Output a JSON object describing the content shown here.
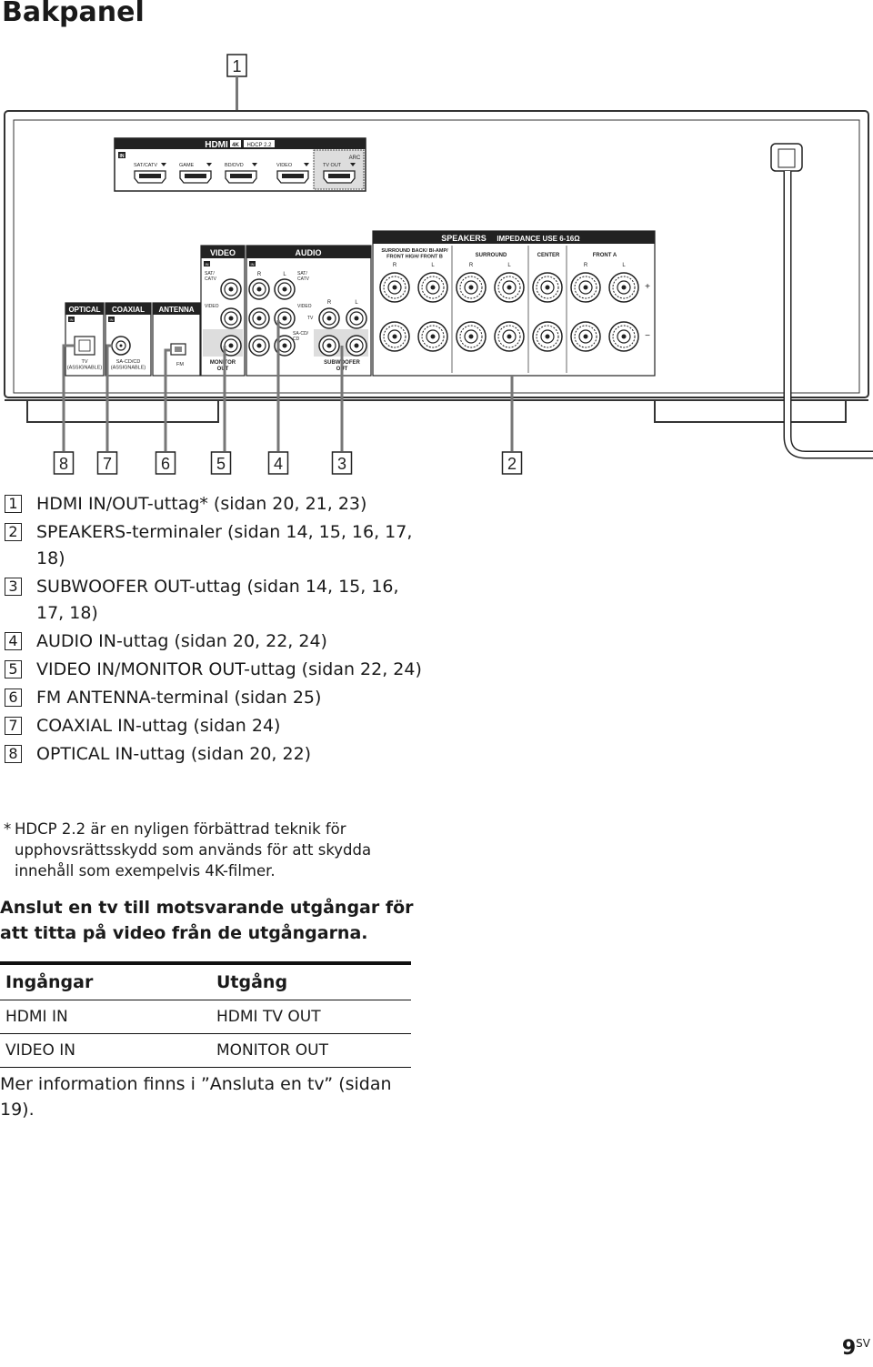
{
  "page": {
    "title": "Bakpanel",
    "page_number": "9",
    "page_lang": "SV"
  },
  "diagram": {
    "callouts": [
      "1",
      "8",
      "7",
      "6",
      "5",
      "4",
      "3",
      "2"
    ],
    "hdmi": {
      "header": "HDMI",
      "badge_4k": "4K",
      "badge_hdcp": "HDCP 2.2",
      "in": "IN",
      "arc": "ARC",
      "ports": [
        "SAT/CATV",
        "GAME",
        "BD/DVD",
        "VIDEO",
        "TV OUT"
      ]
    },
    "video": {
      "header": "VIDEO",
      "in": "IN",
      "sat_catv": "SAT/\nCATV",
      "video": "VIDEO",
      "monitor_out": "MONITOR\nOUT"
    },
    "audio": {
      "header": "AUDIO",
      "in": "IN",
      "r": "R",
      "l": "L",
      "sat_catv": "SAT/\nCATV",
      "video": "VIDEO",
      "tv": "TV",
      "sa_cd": "SA-CD/\nCD",
      "subwoofer_out": "SUBWOOFER\nOUT"
    },
    "optical": {
      "header": "OPTICAL",
      "in": "IN",
      "label": "TV\n(ASSIGNABLE)"
    },
    "coaxial": {
      "header": "COAXIAL",
      "in": "IN",
      "label": "SA-CD/CD\n(ASSIGNABLE)"
    },
    "antenna": {
      "header": "ANTENNA",
      "label": "FM"
    },
    "speakers": {
      "header": "SPEAKERS",
      "impedance": "IMPEDANCE USE 6-16Ω",
      "group1": "SURROUND BACK/ BI-AMP/\nFRONT HIGH/ FRONT B",
      "group2": "SURROUND",
      "group3": "CENTER",
      "group4": "FRONT A",
      "r": "R",
      "l": "L",
      "plus": "+",
      "minus": "−"
    }
  },
  "items": [
    {
      "num": "1",
      "text": "HDMI IN/OUT-uttag* (sidan 20, 21, 23)"
    },
    {
      "num": "2",
      "text": "SPEAKERS-terminaler (sidan 14, 15, 16, 17, 18)"
    },
    {
      "num": "3",
      "text": "SUBWOOFER OUT-uttag (sidan 14, 15, 16, 17, 18)"
    },
    {
      "num": "4",
      "text": "AUDIO IN-uttag (sidan 20, 22, 24)"
    },
    {
      "num": "5",
      "text": "VIDEO IN/MONITOR OUT-uttag (sidan 22, 24)"
    },
    {
      "num": "6",
      "text": "FM ANTENNA-terminal (sidan 25)"
    },
    {
      "num": "7",
      "text": "COAXIAL IN-uttag (sidan 24)"
    },
    {
      "num": "8",
      "text": "OPTICAL IN-uttag (sidan 20, 22)"
    }
  ],
  "footnote": {
    "star": "*",
    "text": "HDCP 2.2 är en nyligen förbättrad teknik för upphovsrättsskydd som används för att skydda innehåll som exempelvis 4K-filmer."
  },
  "instruction": "Anslut en tv till motsvarande utgångar för att titta på video från de utgångarna.",
  "table": {
    "headers": [
      "Ingångar",
      "Utgång"
    ],
    "rows": [
      [
        "HDMI IN",
        "HDMI TV OUT"
      ],
      [
        "VIDEO IN",
        "MONITOR OUT"
      ]
    ]
  },
  "more_info": "Mer information finns i ”Ansluta en tv” (sidan 19)."
}
